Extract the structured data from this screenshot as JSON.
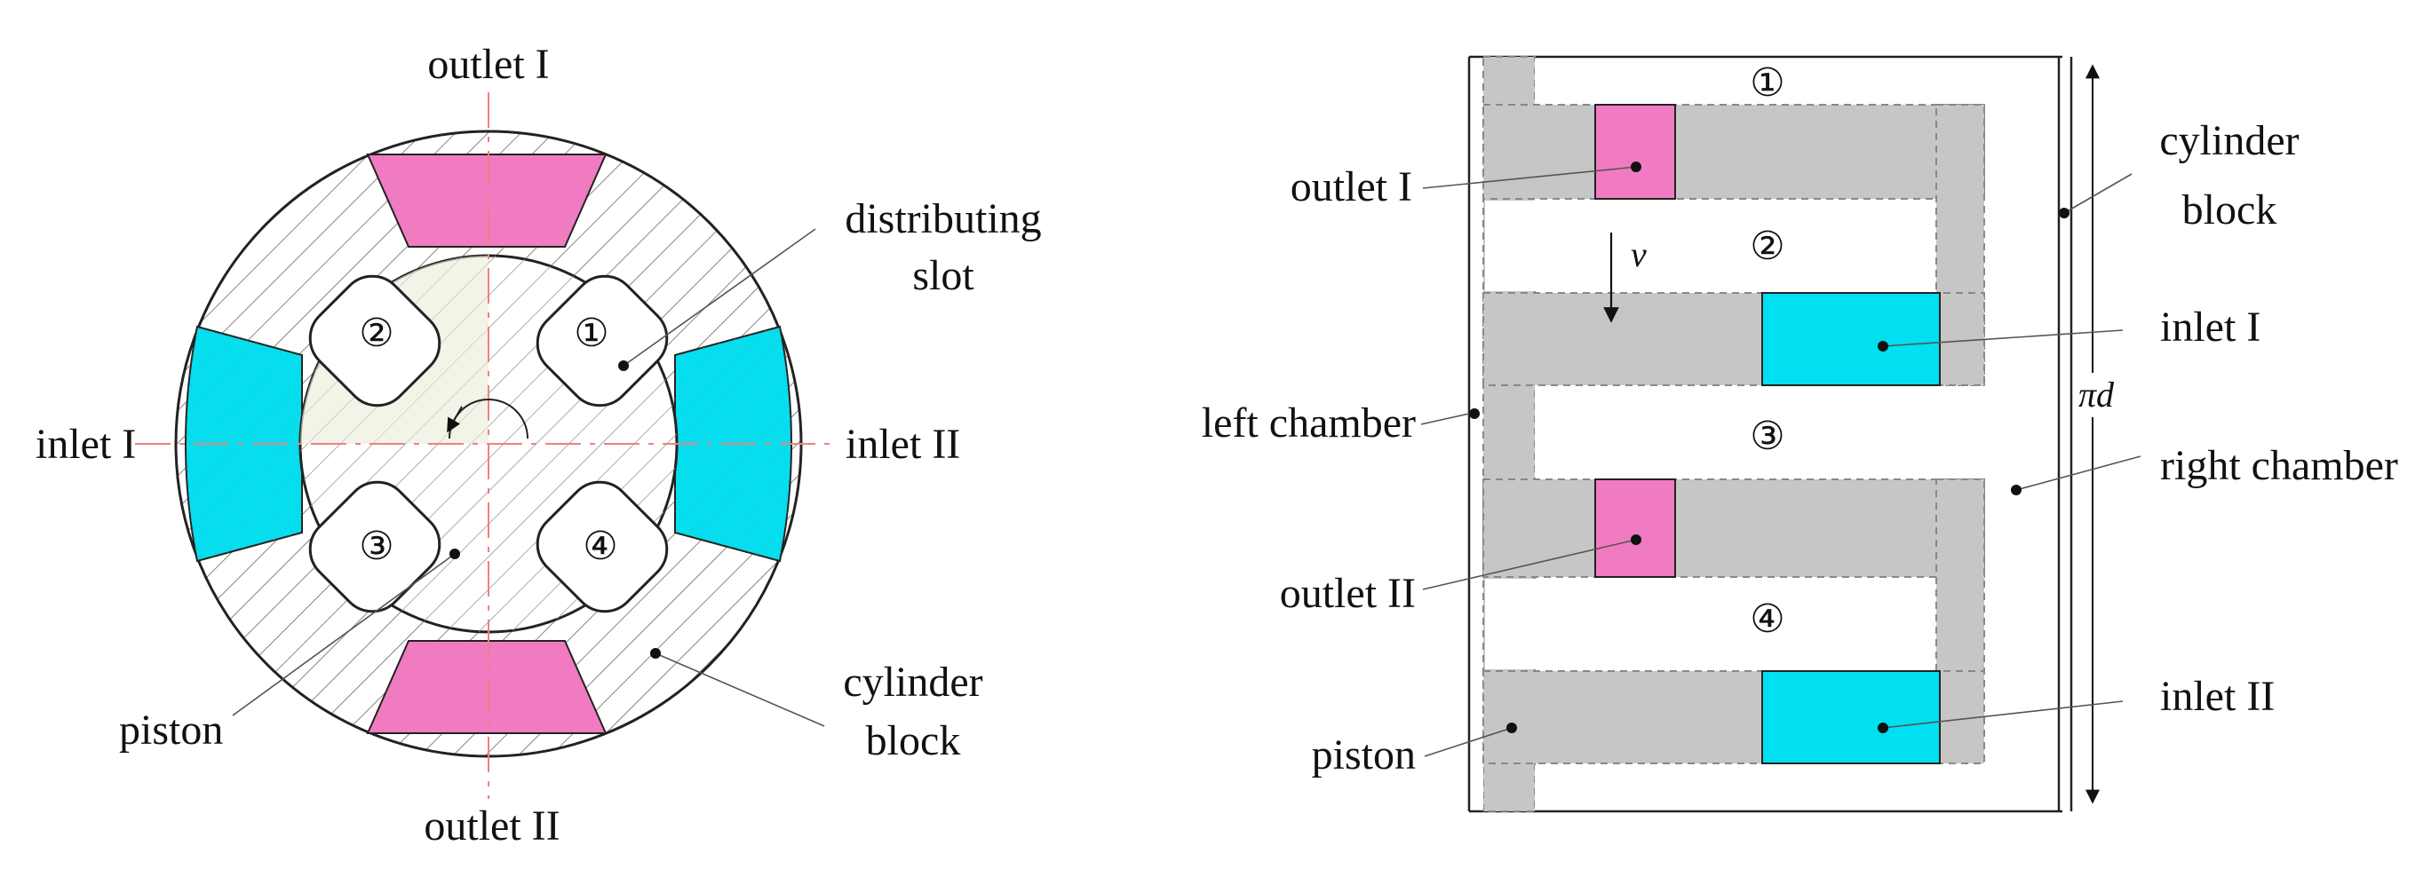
{
  "left_view": {
    "labels": {
      "outlet_top": "outlet I",
      "outlet_bottom": "outlet II",
      "inlet_left": "inlet I",
      "inlet_right": "inlet II",
      "distributing_slot_line1": "distributing",
      "distributing_slot_line2": "slot",
      "piston": "piston",
      "cylinder_block_line1": "cylinder",
      "cylinder_block_line2": "block"
    },
    "chamber_numbers": [
      "①",
      "②",
      "③",
      "④"
    ]
  },
  "right_view": {
    "labels": {
      "outlet_1": "outlet I",
      "outlet_2": "outlet II",
      "inlet_1": "inlet  I",
      "inlet_2": "inlet II",
      "left_chamber": "left chamber",
      "right_chamber": "right chamber",
      "piston": "piston",
      "cylinder_block_line1": "cylinder",
      "cylinder_block_line2": "block",
      "velocity": "v",
      "circumference": "πd"
    },
    "chamber_numbers": [
      "①",
      "②",
      "③",
      "④"
    ]
  },
  "colors": {
    "outlet": "#f07bc0",
    "inlet": "#00e0f0",
    "piston_gray": "#c6c6c6",
    "centerline": "#f08080",
    "hatch": "#777777"
  }
}
